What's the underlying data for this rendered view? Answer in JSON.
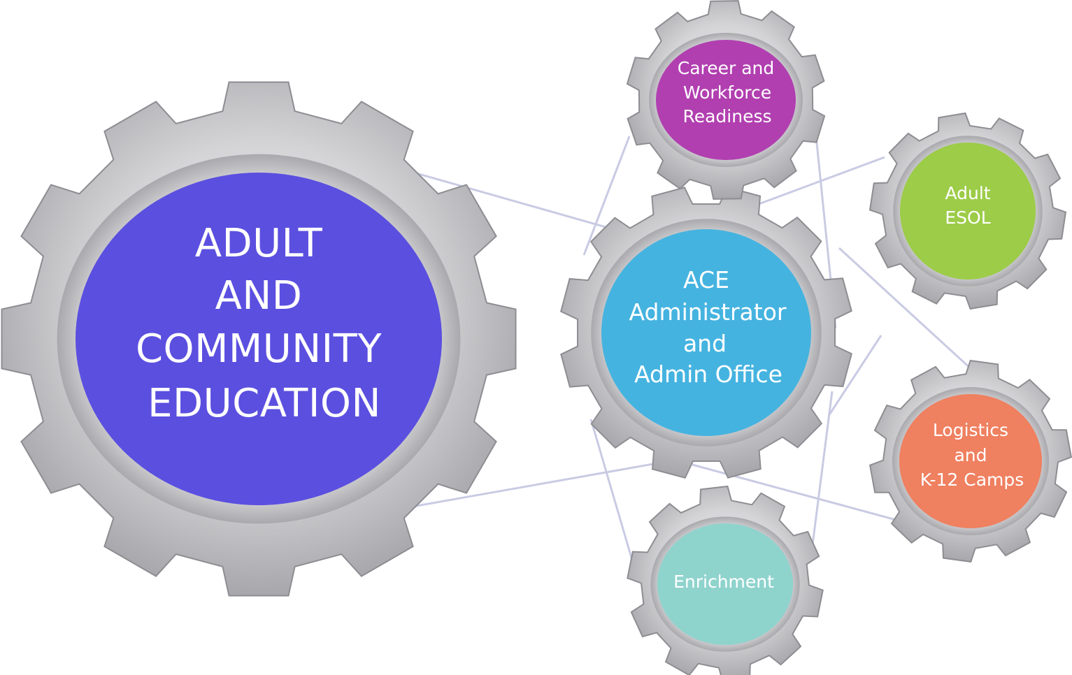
{
  "diagram": {
    "central": {
      "name": "central-gear",
      "lines": [
        "ADULT",
        "AND",
        "COMMUNITY",
        "EDUCATION"
      ],
      "color": "#5b4fe0"
    },
    "hub": {
      "name": "ace-admin-gear",
      "lines": [
        "ACE",
        "Administrator",
        "and",
        "Admin Office"
      ],
      "color": "#45b3e0"
    },
    "satellites": [
      {
        "name": "career-workforce-gear",
        "lines": [
          "Career and",
          "Workforce",
          "Readiness"
        ],
        "color": "#b13fb0"
      },
      {
        "name": "adult-esol-gear",
        "lines": [
          "Adult",
          "ESOL"
        ],
        "color": "#9ccc48"
      },
      {
        "name": "logistics-k12-gear",
        "lines": [
          "Logistics",
          "and",
          "K-12 Camps"
        ],
        "color": "#ef8060"
      },
      {
        "name": "enrichment-gear",
        "lines": [
          "Enrichment"
        ],
        "color": "#8fd3cd"
      }
    ],
    "connector_color": "#c9cbe3",
    "gear_color": "#c6c6c8"
  }
}
